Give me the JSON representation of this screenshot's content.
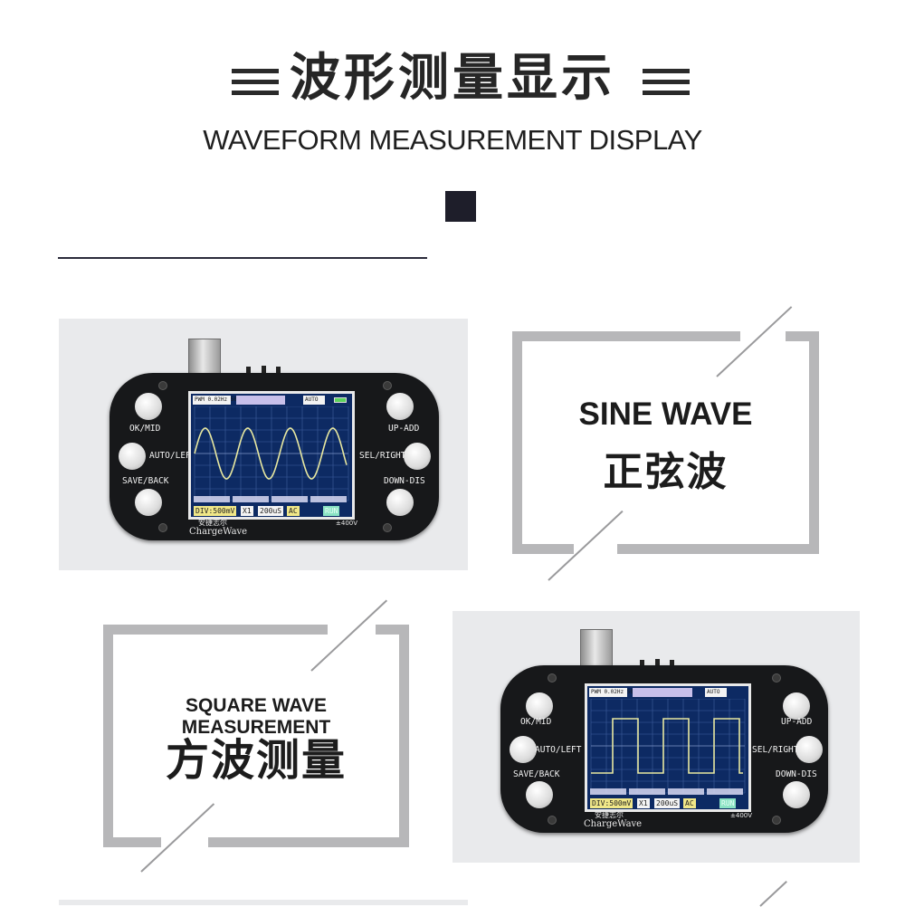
{
  "header": {
    "title_cn": "波形测量显示",
    "title_en": "WAVEFORM MEASUREMENT DISPLAY"
  },
  "device": {
    "buttons_left": [
      "OK/MID",
      "AUTO/LEFT",
      "SAVE/BACK"
    ],
    "buttons_right": [
      "UP-ADD",
      "SEL/RIGHT",
      "DOWN-DIS"
    ],
    "brand_cn": "安捷志尔",
    "brand_en": "ChargeWave",
    "voltage": "±400V",
    "screen_top": {
      "pwm": "PWM 0.02Hz 50%",
      "mode": "AUTO"
    },
    "screen_bottom": {
      "div": "DIV:500mV",
      "probe": "X1",
      "time": "200uS",
      "coupling": "AC",
      "run": "RUN"
    }
  },
  "sine_card": {
    "title_en": "SINE WAVE",
    "title_cn": "正弦波"
  },
  "square_card": {
    "title_en": "SQUARE WAVE MEASUREMENT",
    "title_cn": "方波测量"
  },
  "colors": {
    "accent_dark": "#1e1e2a",
    "frame_gray": "#b7b7b9",
    "screen_bg": "#0d2a63",
    "trace": "#e8e8a0"
  }
}
